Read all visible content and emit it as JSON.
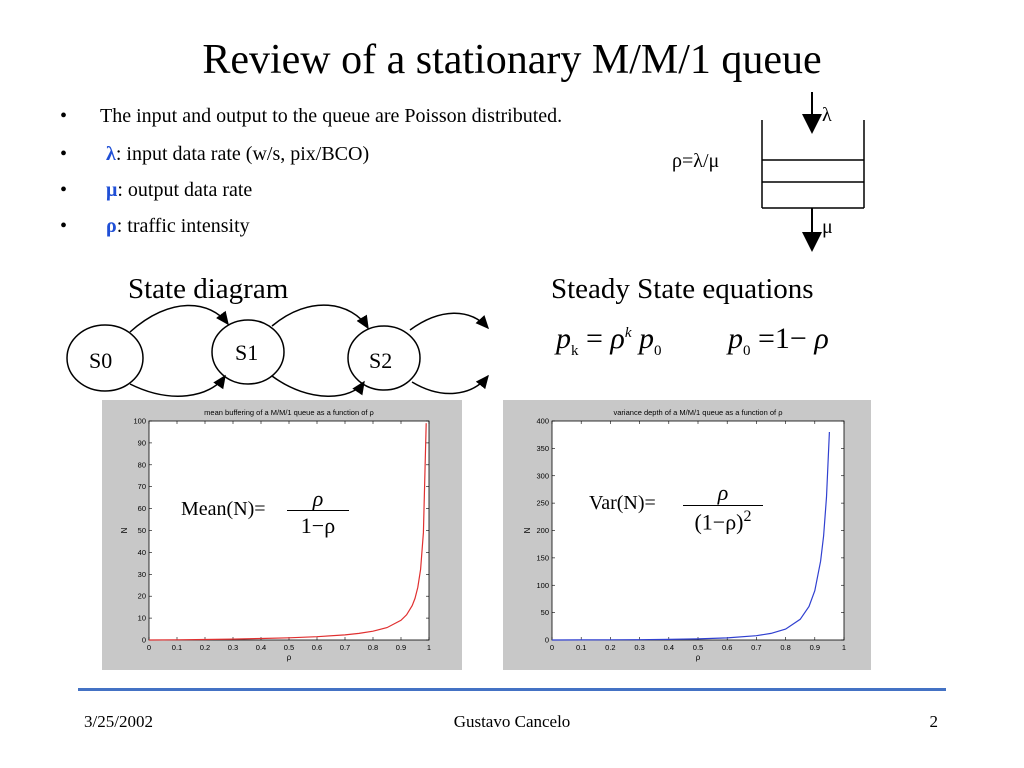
{
  "slide": {
    "title": "Review of a stationary M/M/1 queue",
    "bullets": [
      {
        "symbol": "",
        "text": "The input and output to the queue are Poisson distributed."
      },
      {
        "symbol": "λ",
        "text": ": input data rate (w/s, pix/BCO)"
      },
      {
        "symbol": "μ",
        "text": ": output data rate"
      },
      {
        "symbol": "ρ",
        "text": ": traffic intensity"
      }
    ],
    "bullet_char": "•",
    "queue": {
      "lambda": "λ",
      "mu": "μ",
      "rho_eq": "ρ=λ/μ"
    },
    "state_diagram": {
      "heading": "State diagram",
      "states": [
        "S0",
        "S1",
        "S2"
      ]
    },
    "steady_state": {
      "heading": "Steady State equations",
      "eq1": {
        "p": "p",
        "k_sub": "k",
        "eq": "=",
        "rho": "ρ",
        "k_sup": "k",
        "p0": "p",
        "zero": "0"
      },
      "eq2": {
        "p": "p",
        "zero": "0",
        "eq": "=",
        "rhs": "1−",
        "rho": "ρ"
      }
    },
    "formulas": {
      "mean_label": "Mean(N)=",
      "mean_num": "ρ",
      "mean_den": "1−ρ",
      "var_label": "Var(N)=",
      "var_num": "ρ",
      "var_den": "(1−ρ)",
      "var_exp": "2"
    },
    "footer": {
      "date": "3/25/2002",
      "author": "Gustavo Cancelo",
      "page": "2"
    },
    "colors": {
      "accent": "#1f4fd6",
      "footer_rule": "#4472c4",
      "mean_curve": "#e03030",
      "var_curve": "#3040d0"
    }
  },
  "chart_data": [
    {
      "type": "line",
      "title": "mean buffering of a M/M/1 queue as a function of ρ",
      "xlabel": "ρ",
      "ylabel": "N",
      "xlim": [
        0,
        1
      ],
      "ylim": [
        0,
        100
      ],
      "xticks": [
        "0",
        "0.1",
        "0.2",
        "0.3",
        "0.4",
        "0.5",
        "0.6",
        "0.7",
        "0.8",
        "0.9",
        "1"
      ],
      "yticks": [
        "0",
        "10",
        "20",
        "30",
        "40",
        "50",
        "60",
        "70",
        "80",
        "90",
        "100"
      ],
      "grid": false,
      "series": [
        {
          "color": "#e03030",
          "x": [
            0,
            0.1,
            0.2,
            0.3,
            0.4,
            0.5,
            0.6,
            0.7,
            0.75,
            0.8,
            0.85,
            0.9,
            0.92,
            0.94,
            0.95,
            0.96,
            0.97,
            0.98,
            0.99
          ],
          "y": [
            0,
            0.11,
            0.25,
            0.43,
            0.67,
            1,
            1.5,
            2.33,
            3,
            4,
            5.67,
            9,
            11.5,
            15.7,
            19,
            24,
            32.3,
            49,
            99
          ]
        }
      ]
    },
    {
      "type": "line",
      "title": "variance depth of a M/M/1 queue as a function of ρ",
      "xlabel": "ρ",
      "ylabel": "N",
      "xlim": [
        0,
        1
      ],
      "ylim": [
        0,
        400
      ],
      "xticks": [
        "0",
        "0.1",
        "0.2",
        "0.3",
        "0.4",
        "0.5",
        "0.6",
        "0.7",
        "0.8",
        "0.9",
        "1"
      ],
      "yticks": [
        "0",
        "50",
        "100",
        "150",
        "200",
        "250",
        "300",
        "350",
        "400"
      ],
      "grid": false,
      "series": [
        {
          "color": "#3040d0",
          "x": [
            0,
            0.1,
            0.2,
            0.3,
            0.4,
            0.5,
            0.6,
            0.7,
            0.75,
            0.8,
            0.85,
            0.88,
            0.9,
            0.92,
            0.93,
            0.94,
            0.95
          ],
          "y": [
            0,
            0.12,
            0.31,
            0.61,
            1.11,
            2,
            3.75,
            7.78,
            12,
            20,
            37.8,
            61.1,
            90,
            144,
            190,
            261,
            380
          ]
        }
      ]
    }
  ]
}
